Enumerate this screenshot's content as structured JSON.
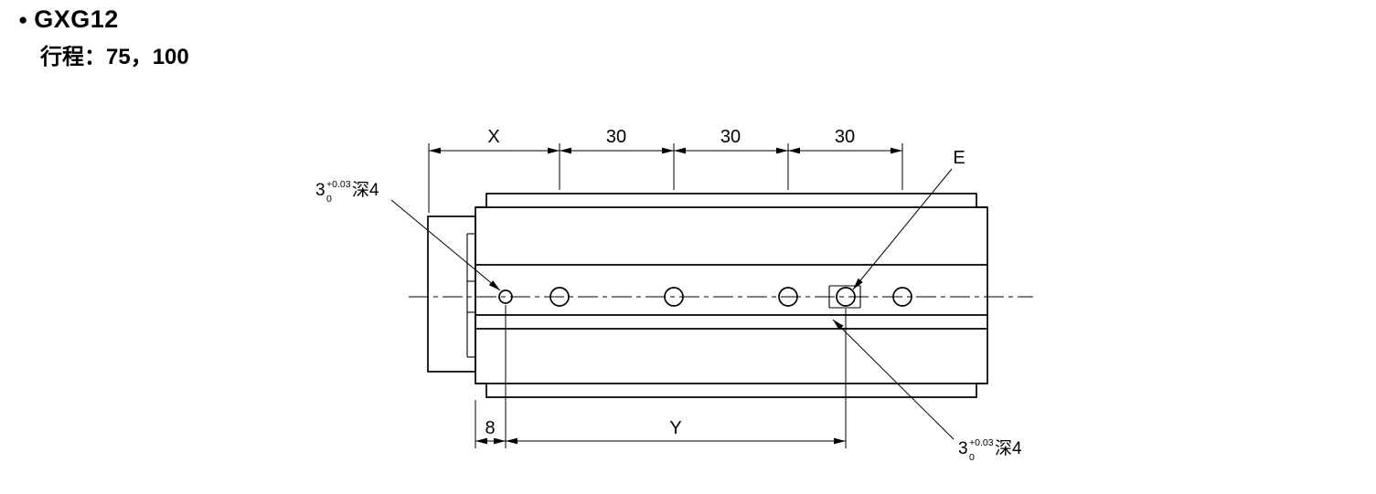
{
  "header": {
    "bullet": "●",
    "model": "GXG12",
    "stroke_label": "行程：75，100"
  },
  "drawing": {
    "top_dimensions": {
      "x": "X",
      "pitch1": "30",
      "pitch2": "30",
      "pitch3": "30"
    },
    "port_label": "E",
    "note_top_left": {
      "dia": "3",
      "tol_upper": "+0.03",
      "tol_lower": "0",
      "depth": "深4"
    },
    "note_bottom_right": {
      "dia": "3",
      "tol_upper": "+0.03",
      "tol_lower": "0",
      "depth": "深4"
    },
    "bottom_dimensions": {
      "edge_offset": "8",
      "span": "Y"
    }
  }
}
